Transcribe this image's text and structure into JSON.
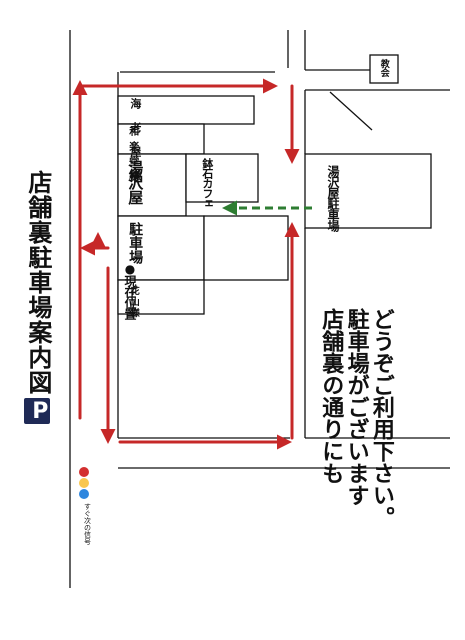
{
  "title": {
    "p_badge": "P",
    "text": "店舗裏駐車場案内図"
  },
  "map": {
    "buildings": {
      "ebiya": "海老屋様",
      "wagakudo": "和楽堂様",
      "yuzawaya": "湯沢屋",
      "cafe": "鉢石カフェ",
      "parking_lot": "駐車場",
      "current_location": "●現在位置",
      "hanayama": "花山様",
      "church": "教会",
      "yuzawaya_parking": "湯沢屋駐車場"
    },
    "signal_label": "すぐ次の信号"
  },
  "message": {
    "line1": "店舗裏の通りにも",
    "line2": "駐車場がございます",
    "line3": "どうぞご利用下さい。"
  },
  "colors": {
    "route_red": "#c62828",
    "walk_green": "#2e7d32",
    "badge_navy": "#1f2a56"
  }
}
